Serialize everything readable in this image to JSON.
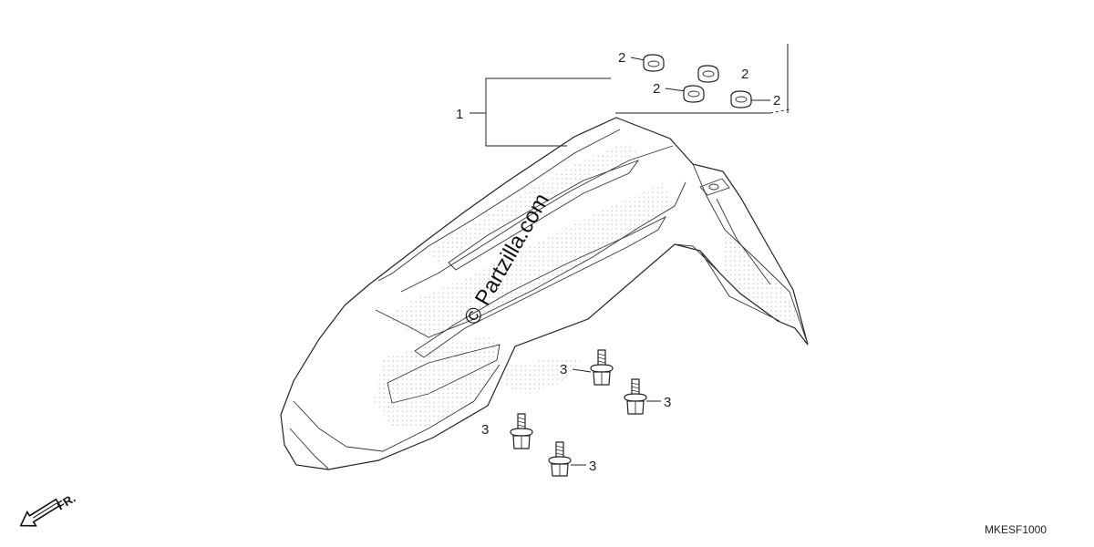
{
  "callouts": {
    "fender": "1",
    "nut_a": "2",
    "nut_b": "2",
    "nut_c": "2",
    "nut_d": "2",
    "bolt_a": "3",
    "bolt_b": "3",
    "bolt_c": "3",
    "bolt_d": "3"
  },
  "watermark": "© Partzilla.com",
  "direction_label": "FR.",
  "diagram_code": "MKESF1000",
  "colors": {
    "line": "#222222",
    "background": "#ffffff",
    "stipple": "#9a9a9a"
  }
}
